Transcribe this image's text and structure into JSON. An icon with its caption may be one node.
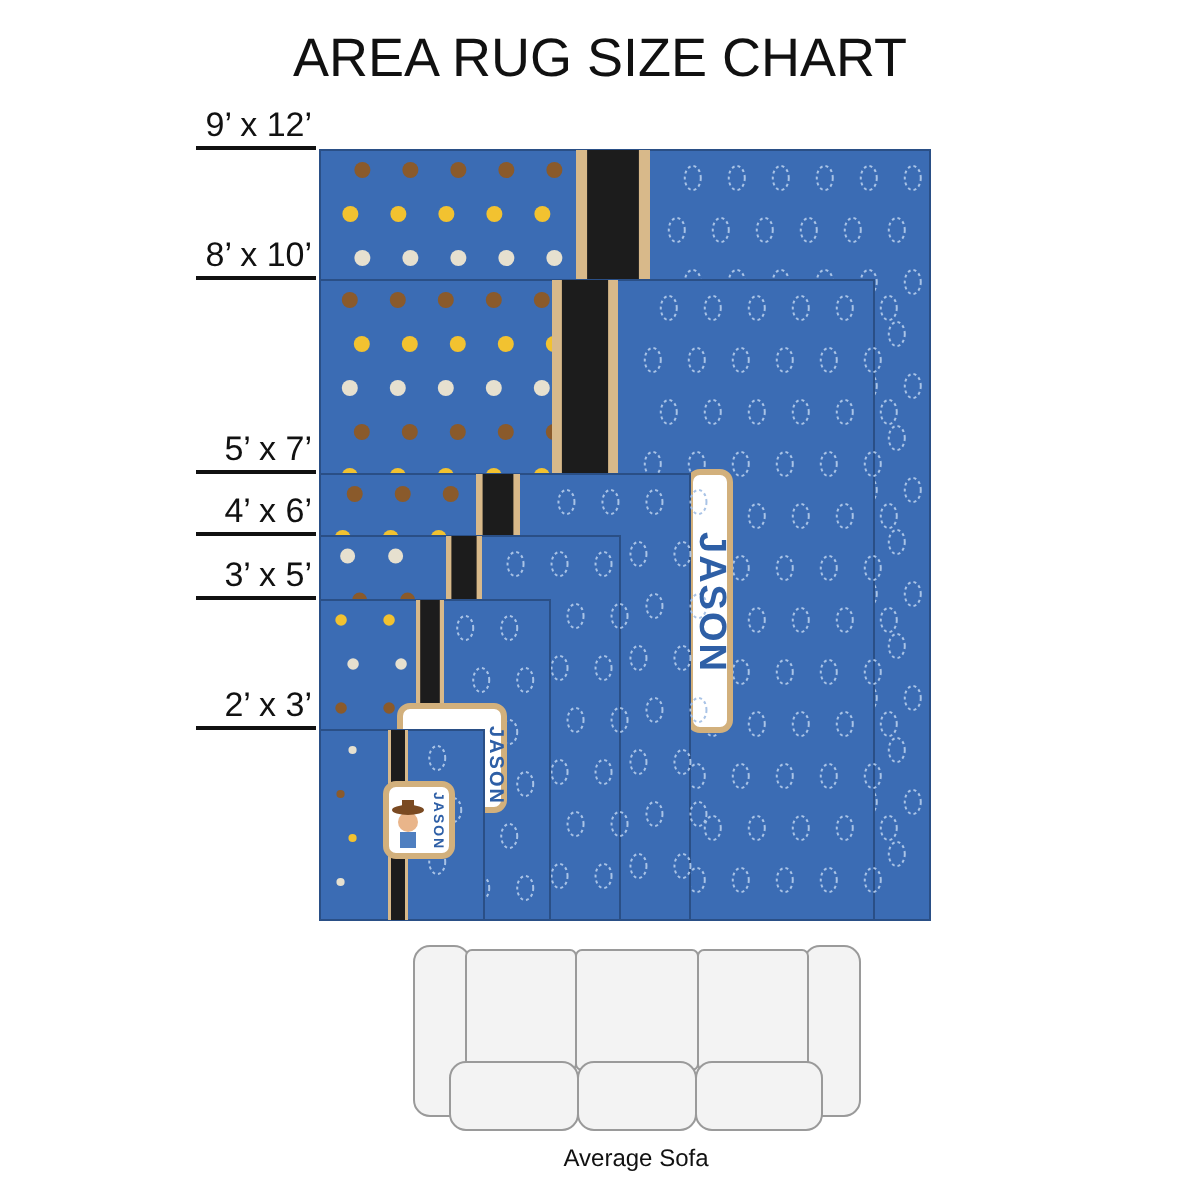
{
  "diagram": {
    "title": "AREA RUG SIZE CHART",
    "labels": [
      "9’ x 12’",
      "8’ x 10’",
      "5’ x 7’",
      "JASON",
      "4’ x 6’",
      "3’ x 5’",
      "JASON",
      "2’ x 3’",
      "JASON",
      "Average Sofa"
    ]
  }
}
